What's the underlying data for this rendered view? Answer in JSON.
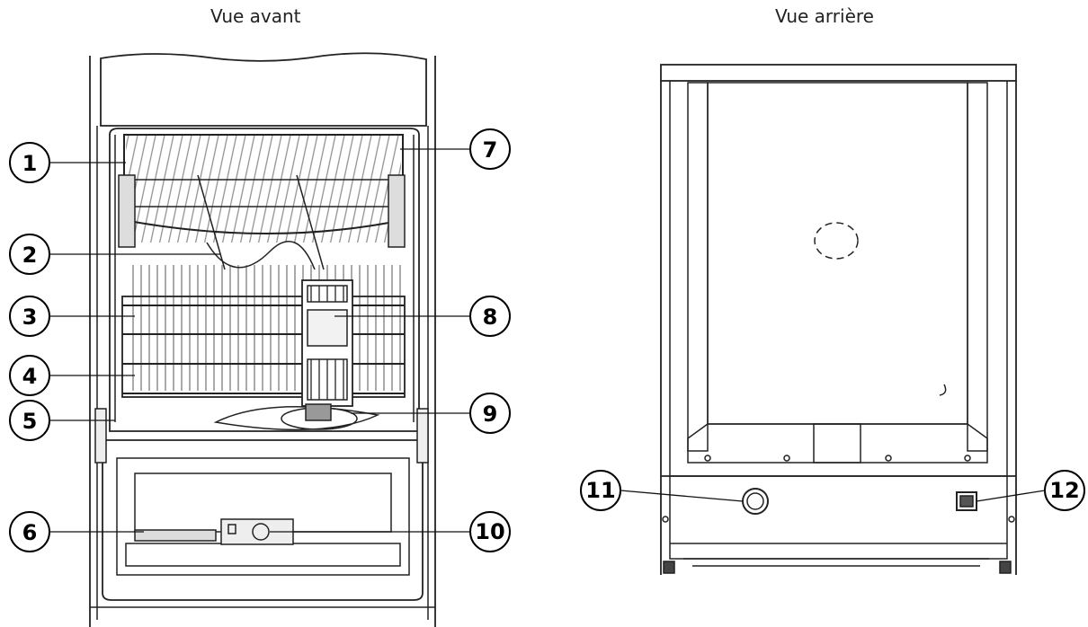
{
  "titles": {
    "front": "Vue avant",
    "back": "Vue arrière"
  },
  "callouts": {
    "c1": "1",
    "c2": "2",
    "c3": "3",
    "c4": "4",
    "c5": "5",
    "c6": "6",
    "c7": "7",
    "c8": "8",
    "c9": "9",
    "c10": "10",
    "c11": "11",
    "c12": "12"
  }
}
